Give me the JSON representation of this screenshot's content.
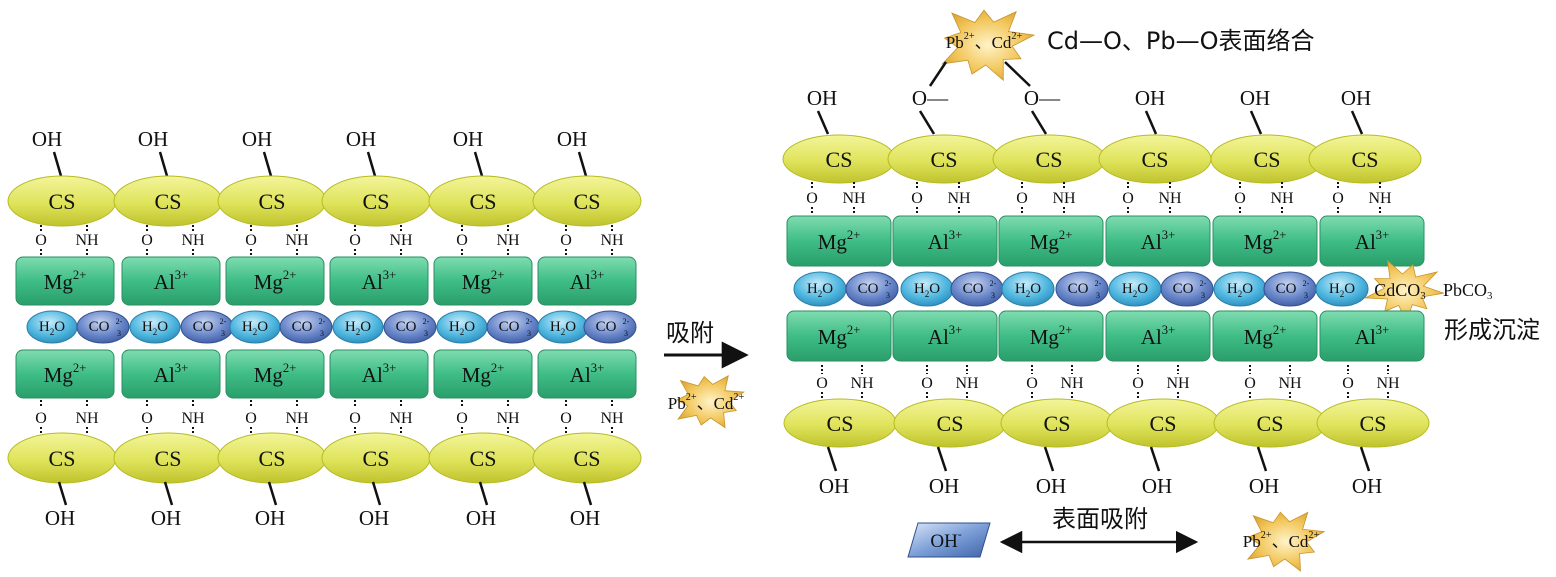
{
  "labels": {
    "oh": "OH",
    "cs": "CS",
    "o": "O",
    "nh": "NH",
    "mg": "Mg",
    "mg_charge": "2+",
    "al": "Al",
    "al_charge": "3+",
    "h2o_h": "H",
    "h2o_2": "2",
    "h2o_o": "O",
    "co3": "CO",
    "co3_charge": "2-",
    "co3_sub": "3",
    "o_bond": "O—"
  },
  "arrow_label": "吸附",
  "metal_ions": {
    "pb": "Pb",
    "pb_charge": "2+",
    "sep": "、",
    "cd": "Cd",
    "cd_charge": "2+"
  },
  "complex_label": "Cd—O、Pb—O表面络合",
  "precipitate": {
    "cdco3": "CdCO",
    "cdco3_sub": "3",
    "pbco3": "PbCO",
    "pbco3_sub": "3",
    "caption": "形成沉淀"
  },
  "hydroxide": {
    "oh": "OH",
    "charge": "-"
  },
  "surface_label": "表面吸附",
  "colors": {
    "cs_fill": "#dfe35a",
    "cs_edge": "#b6bb22",
    "metal_fill": "#3fbd86",
    "metal_edge": "#2a8f62",
    "h2o_fill": "#4fb7e0",
    "co3_fill": "#5e7fc7",
    "star_fill": "#f2c75c",
    "hydroxide_fill": "#5f86c6"
  }
}
